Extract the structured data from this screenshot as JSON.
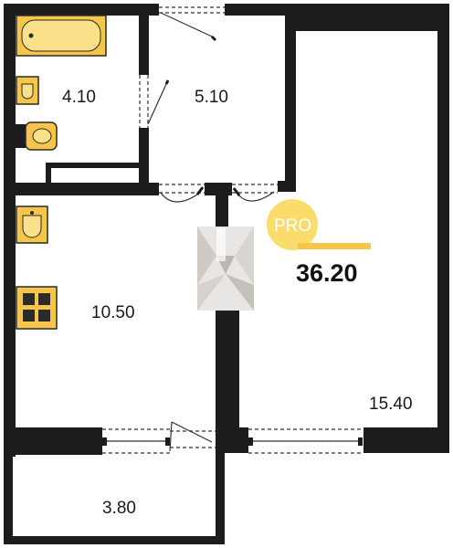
{
  "plan": {
    "rooms": [
      {
        "id": "bathroom",
        "area": "4.10"
      },
      {
        "id": "hallway",
        "area": "5.10"
      },
      {
        "id": "kitchen",
        "area": "10.50"
      },
      {
        "id": "living-room",
        "area": "15.40"
      },
      {
        "id": "balcony",
        "area": "3.80"
      }
    ],
    "total_area": "36.20",
    "badge": {
      "text": "PRO"
    }
  },
  "colors": {
    "wall": "#1c1c1c",
    "fixture": "#f6c64a",
    "fixture_stroke": "#2a2a2a",
    "badge": "#f9d85c",
    "underline": "#f6c64a"
  },
  "icons": [
    "bathtub-icon",
    "sink-icon",
    "toilet-icon",
    "stove-icon",
    "door-icon",
    "window-icon",
    "shaft-icon"
  ]
}
